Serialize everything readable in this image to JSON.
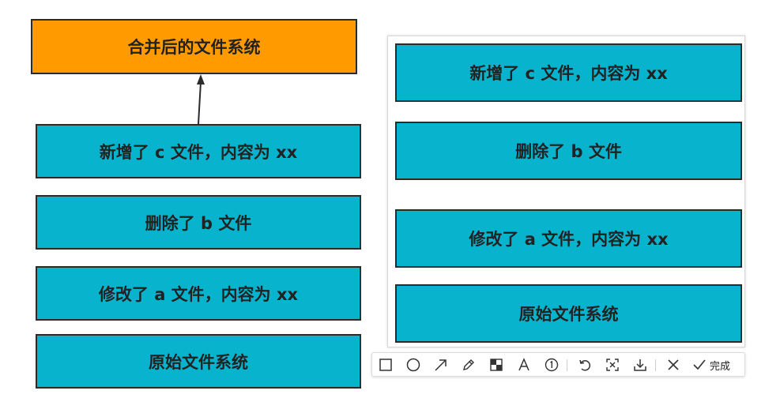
{
  "diagram": {
    "merged_label": "合并后的文件系统",
    "left_layers": [
      "新增了 c 文件，内容为 xx",
      "删除了 b 文件",
      "修改了 a 文件，内容为 xx",
      "原始文件系统"
    ],
    "colors": {
      "layer_fill": "#07b3cd",
      "merged_fill": "#ff9a00",
      "border": "#2b2b2b"
    }
  },
  "capture": {
    "layers": [
      "新增了 c 文件，内容为 xx",
      "删除了 b 文件",
      "修改了 a 文件，内容为 xx",
      "原始文件系统"
    ]
  },
  "toolbar": {
    "tools": [
      "rectangle-icon",
      "ellipse-icon",
      "arrow-icon",
      "pencil-icon",
      "mosaic-icon",
      "text-icon",
      "number-icon",
      "undo-icon",
      "pin-icon",
      "download-icon",
      "close-icon"
    ],
    "done_label": "完成"
  }
}
